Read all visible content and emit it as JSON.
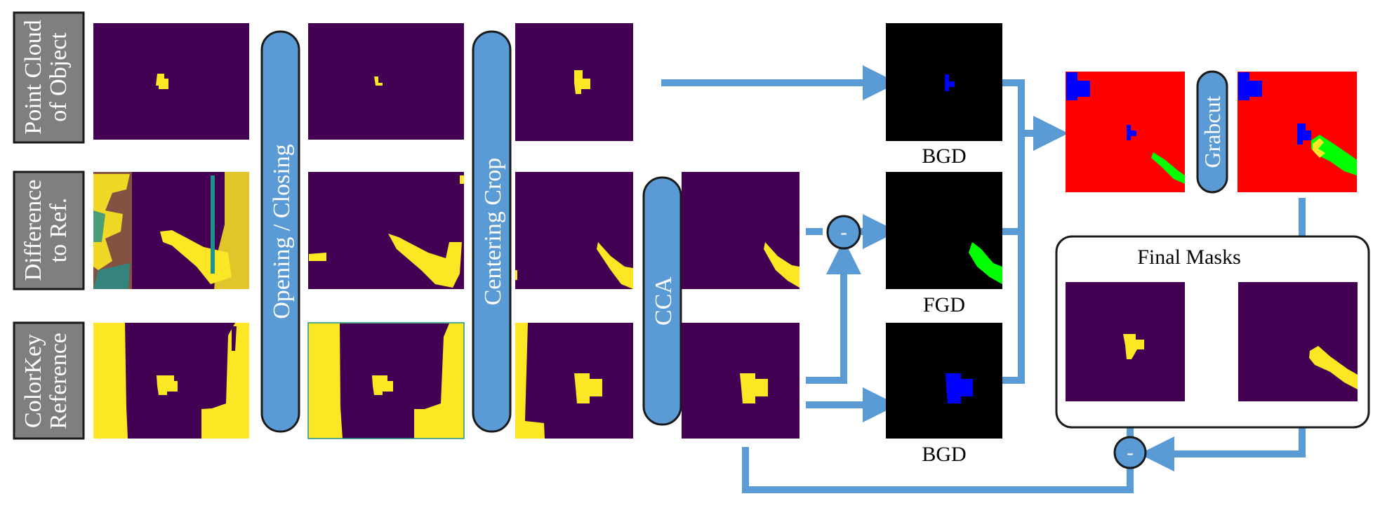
{
  "colors": {
    "purple": "#440154",
    "yellow": "#fde725",
    "blue_pill": "#5b9bd5",
    "gray_label": "#7f7f7f",
    "red": "#ff0000",
    "mask_blue": "#0000ff",
    "mask_green": "#00ff00",
    "black": "#000000"
  },
  "row_labels": {
    "point_cloud": [
      "Point Cloud",
      "of Object"
    ],
    "difference": [
      "Difference",
      "to Ref."
    ],
    "colorkey": [
      "ColorKey",
      "Reference"
    ]
  },
  "operations": {
    "opening_closing": "Opening / Closing",
    "centering_crop": "Centering Crop",
    "cca": "CCA",
    "grabcut": "Grabcut"
  },
  "mask_labels": {
    "bgd_top": "BGD",
    "fgd": "FGD",
    "bgd_bottom": "BGD"
  },
  "final_masks": {
    "title": "Final Masks"
  },
  "operators": {
    "subtract_1": "-",
    "subtract_2": "-"
  }
}
